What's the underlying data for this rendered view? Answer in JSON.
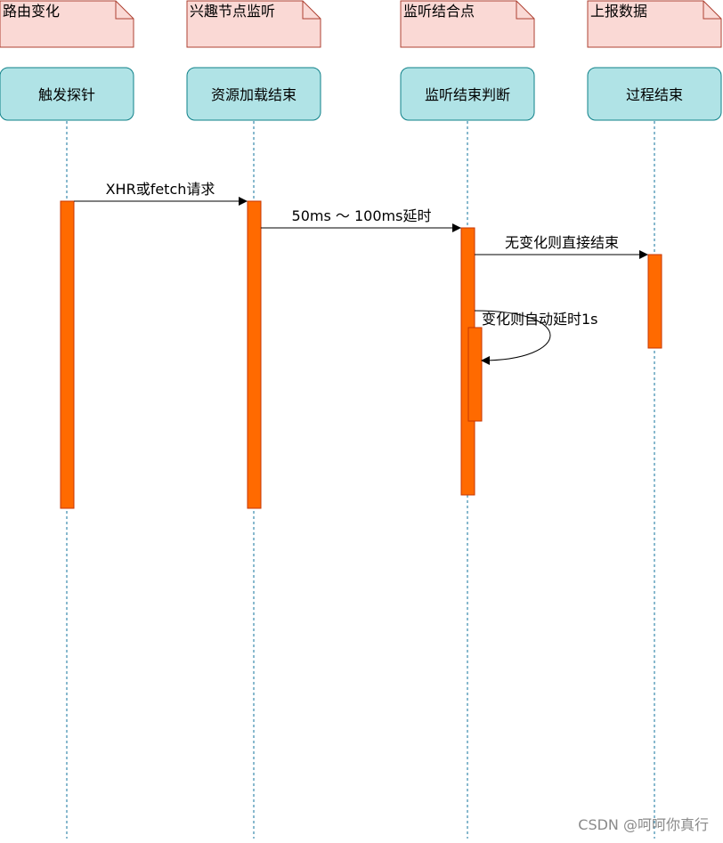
{
  "colors": {
    "note_fill": "#fad9d5",
    "note_stroke": "#ae4132",
    "actor_fill": "#b0e3e6",
    "actor_stroke": "#0e8088",
    "lifeline": "#10739e",
    "activation_fill": "#ff6a00",
    "activation_stroke": "#c73500",
    "arrow": "#000000"
  },
  "notes": [
    {
      "label": "路由变化"
    },
    {
      "label": "兴趣节点监听"
    },
    {
      "label": "监听结合点"
    },
    {
      "label": "上报数据"
    }
  ],
  "actors": [
    {
      "label": "触发探针"
    },
    {
      "label": "资源加载结束"
    },
    {
      "label": "监听结束判断"
    },
    {
      "label": "过程结束"
    }
  ],
  "messages": [
    {
      "label": "XHR或fetch请求",
      "from": 0,
      "to": 1
    },
    {
      "label": "50ms ～ 100ms延时",
      "from": 1,
      "to": 2
    },
    {
      "label": "无变化则直接结束",
      "from": 2,
      "to": 3
    },
    {
      "label": "变化则自动延时1s",
      "from": 2,
      "to": 2
    }
  ],
  "watermark": "CSDN @呵呵你真行"
}
